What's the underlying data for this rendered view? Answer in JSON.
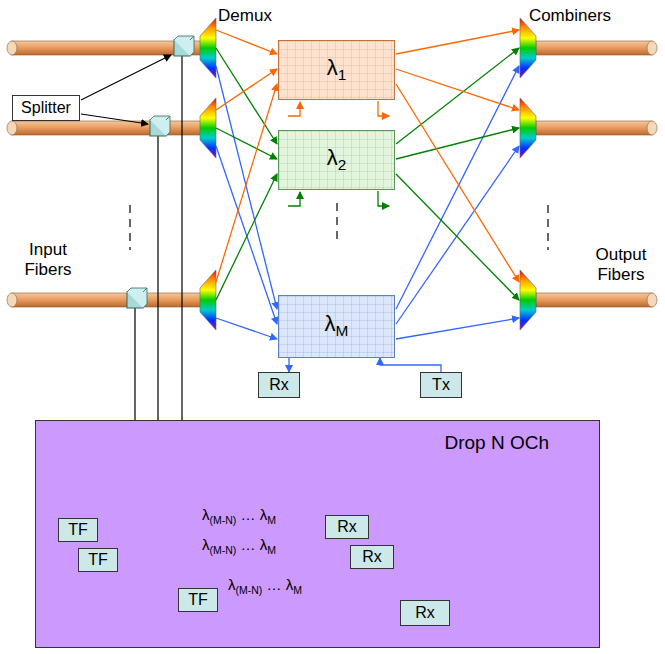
{
  "diagram": {
    "nodes": [
      {
        "text": [
          "Splitter"
        ]
      },
      {
        "text": [
          "λ1"
        ]
      },
      {
        "text": [
          "λ2"
        ]
      },
      {
        "text": [
          "λM"
        ]
      },
      {
        "text": [
          "Rx"
        ]
      },
      {
        "text": [
          "Tx"
        ]
      },
      {
        "text": [
          "Drop N OCh"
        ]
      },
      {
        "text": [
          "TF"
        ],
        "in": 6
      },
      {
        "text": [
          "TF"
        ],
        "in": 6
      },
      {
        "text": [
          "TF"
        ],
        "in": 6
      },
      {
        "text": [
          "Rx"
        ],
        "in": 6
      },
      {
        "text": [
          "Rx"
        ],
        "in": 6
      },
      {
        "text": [
          "Rx"
        ],
        "in": 6
      }
    ],
    "edges": [
      {
        "from": 3,
        "to": 4,
        "arrow": "to"
      },
      {
        "from": 5,
        "to": 3,
        "arrow": "to"
      },
      {
        "from": 7,
        "to": 10,
        "label": "λ(M-N) … λM",
        "arrow": "to"
      },
      {
        "from": 8,
        "to": 11,
        "label": "λ(M-N) … λM",
        "arrow": "to"
      },
      {
        "from": 9,
        "to": 12,
        "label": "λ(M-N) … λM",
        "arrow": "to"
      }
    ],
    "labels": [
      "Demux",
      "Combiners",
      "Input Fibers",
      "Output Fibers"
    ]
  }
}
